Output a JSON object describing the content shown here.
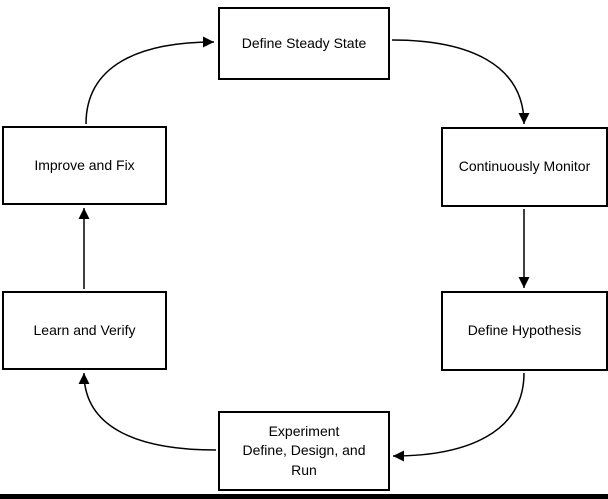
{
  "diagram": {
    "nodes": {
      "steady_state": {
        "label": "Define Steady State"
      },
      "monitor": {
        "label": "Continuously Monitor"
      },
      "hypothesis": {
        "label": "Define Hypothesis"
      },
      "experiment": {
        "label": "Experiment\nDefine, Design, and\nRun"
      },
      "learn": {
        "label": "Learn and Verify"
      },
      "improve": {
        "label": "Improve and Fix"
      }
    },
    "colors": {
      "box_border": "#000000",
      "box_fill": "#ffffff",
      "arrow": "#000000",
      "background": "#ffffff"
    }
  }
}
